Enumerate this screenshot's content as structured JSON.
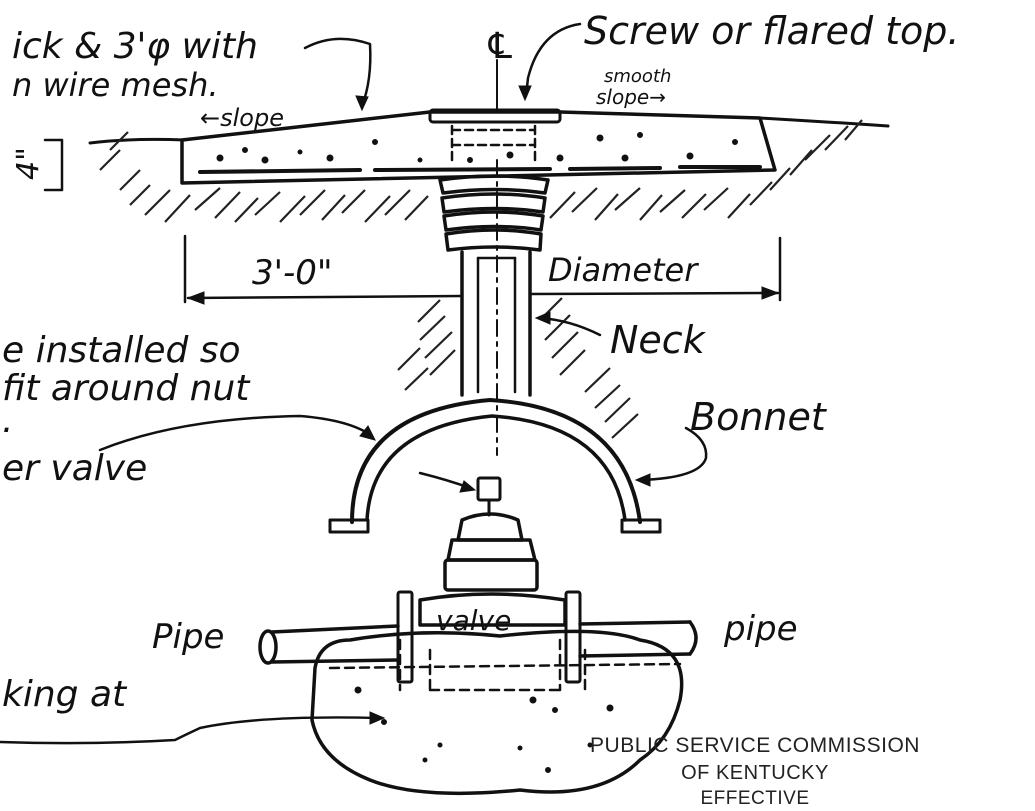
{
  "labels": {
    "top_left_line1": "ick & 3'φ with",
    "top_left_line2": "n wire mesh.",
    "centerline": "℄",
    "screw_top": "Screw or flared top.",
    "slope_left": "←slope",
    "smooth": "smooth",
    "slope_right": "slope→",
    "depth": "4\"",
    "dimension_value": "3'-0\"",
    "dimension_text": "Diameter",
    "neck": "Neck",
    "installed_line1": "e installed so",
    "installed_line2": "fit around nut",
    "installed_line3": ".",
    "installed_line4": "er valve",
    "bonnet": "Bonnet",
    "valve": "valve",
    "pipe_left": "Pipe",
    "pipe_right": "pipe",
    "king_at": "king at"
  },
  "stamp": {
    "line1": "PUBLIC SERVICE COMMISSION",
    "line2": "OF KENTUCKY",
    "line3": "EFFECTIVE"
  }
}
